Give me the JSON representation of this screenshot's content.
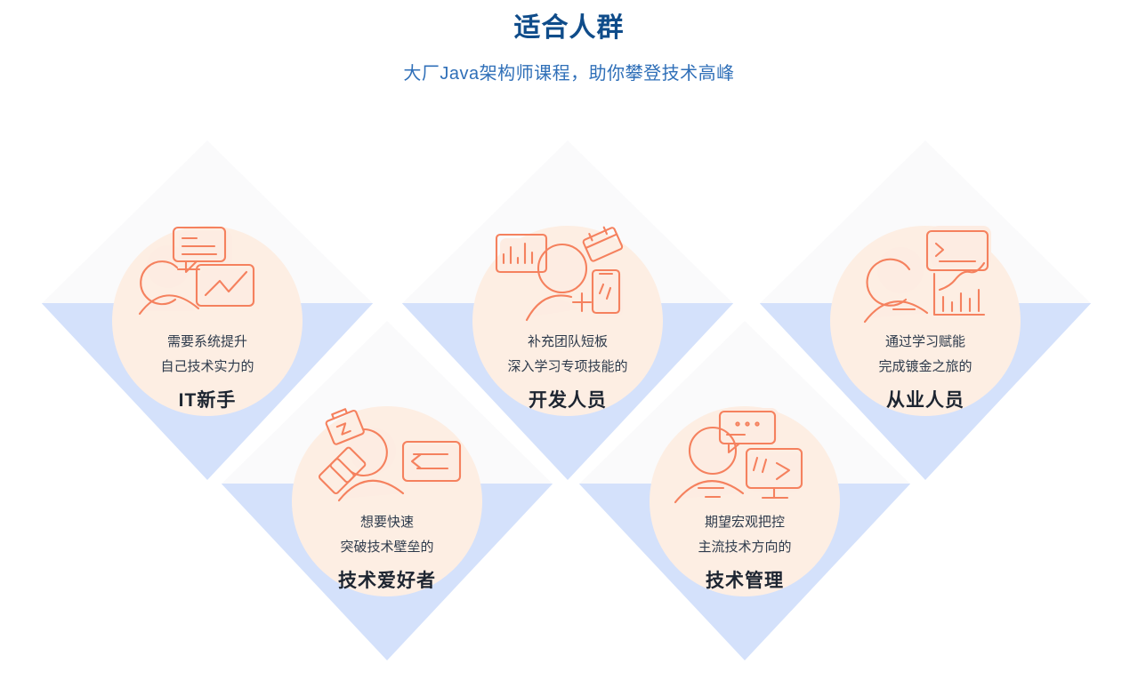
{
  "header": {
    "title": "适合人群",
    "subtitle": "大厂Java架构师课程，助你攀登技术高峰",
    "title_color": "#0f4c8a",
    "subtitle_color": "#2f6fb8"
  },
  "theme": {
    "diamond_top_color": "#fafafb",
    "diamond_bottom_color": "#d4e1fb",
    "icon_stroke_color": "#f5815e",
    "icon_fill_color": "#fdeee3",
    "background_color": "#ffffff",
    "body_text_color": "#2d3a4b",
    "name_text_color": "#1d2531"
  },
  "cards": [
    {
      "icon": "person-speech-bubble-chart-icon",
      "line1": "需要系统提升",
      "line2": "自己技术实力的",
      "name": "IT新手"
    },
    {
      "icon": "person-barchart-calendar-phone-icon",
      "line1": "补充团队短板",
      "line2": "深入学习专项技能的",
      "name": "开发人员"
    },
    {
      "icon": "person-terminal-barchart-icon",
      "line1": "通过学习赋能",
      "line2": "完成镀金之旅的",
      "name": "从业人员"
    },
    {
      "icon": "person-briefcase-cards-panel-icon",
      "line1": "想要快速",
      "line2": "突破技术壁垒的",
      "name": "技术爱好者"
    },
    {
      "icon": "person-speech-dots-monitor-icon",
      "line1": "期望宏观把控",
      "line2": "主流技术方向的",
      "name": "技术管理"
    }
  ]
}
